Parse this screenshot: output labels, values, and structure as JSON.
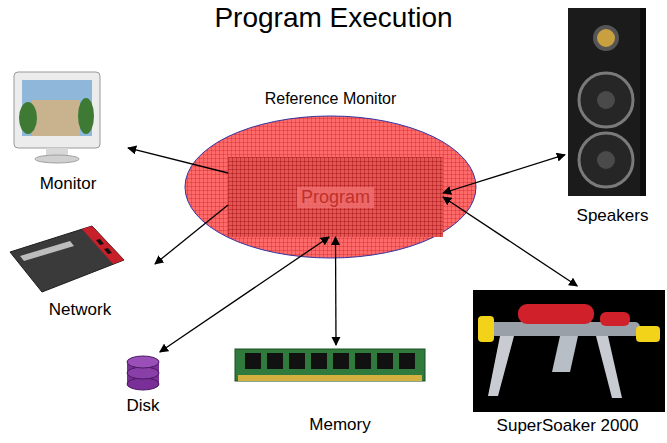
{
  "diagram": {
    "title": "Program Execution",
    "nodes": [
      {
        "text": [
          "Reference Monitor"
        ]
      },
      {
        "text": [
          "Program"
        ],
        "in": 0
      },
      {
        "text": [
          "Monitor"
        ]
      },
      {
        "text": [
          "Network"
        ]
      },
      {
        "text": [
          "Disk"
        ]
      },
      {
        "text": [
          "Memory"
        ]
      },
      {
        "text": [
          "Speakers"
        ]
      },
      {
        "text": [
          "SuperSoaker 2000"
        ]
      }
    ],
    "edges": [
      {
        "from": 1,
        "to": 2,
        "arrow": "to"
      },
      {
        "from": 1,
        "to": 3,
        "arrow": "to"
      },
      {
        "from": 1,
        "to": 4,
        "arrow": "both"
      },
      {
        "from": 1,
        "to": 5,
        "arrow": "both"
      },
      {
        "from": 1,
        "to": 6,
        "arrow": "both"
      },
      {
        "from": 1,
        "to": 7,
        "arrow": "both"
      }
    ]
  }
}
